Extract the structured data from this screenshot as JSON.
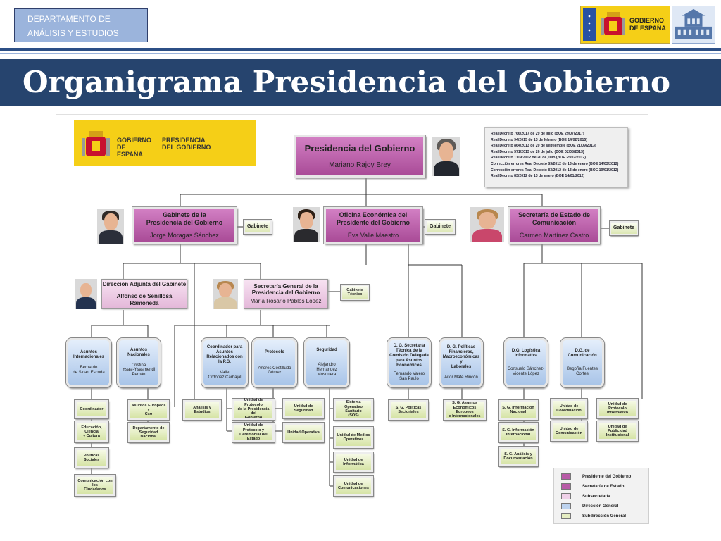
{
  "header": {
    "dept_line1": "DEPARTAMENTO DE",
    "dept_line2": "ANÁLISIS Y ESTUDIOS",
    "gobierno_line1": "GOBIERNO",
    "gobierno_line2": "DE ESPAÑA",
    "title": "Organigrama Presidencia del Gobierno"
  },
  "logo": {
    "gobierno_line1": "GOBIERNO",
    "gobierno_line2": "DE ESPAÑA",
    "presidencia_line1": "PRESIDENCIA",
    "presidencia_line2": "DEL GOBIERNO"
  },
  "colors": {
    "title_bar": "#26446e",
    "presidente": "#b85aa7",
    "secretaria_estado": "#b85aa7",
    "subsecretaria": "#efd0e8",
    "direccion_general": "#bcd2ee",
    "subdireccion_general": "#e5edc2"
  },
  "decrees": [
    "Real Decreto 766/2017 de 29 de julio (BOE 29/07/2017)",
    "Real Decreto 94/2015 de 13 de febrero (BOE 14/02/2015)",
    "Real Decreto 864/2013 de 20 de septiembre (BOE 21/09/2013)",
    "Real Decreto 571/2013 de 26 de julio (BOE 02/08/2013)",
    "Real Decreto 1119/2012 de 20 de julio (BOE 25/07/2012)",
    "Corrección errores Real Decreto 83/2012 de 13 de enero (BOE 14/03/2012)",
    "Corrección errores Real Decreto 83/2012 de 13 de enero (BOE 19/01/2012)",
    "Real Decreto 83/2012 de 13 de enero (BOE 14/01/2012)"
  ],
  "org": {
    "presidencia": {
      "name": "Presidencia del Gobierno",
      "person": "Mariano Rajoy Brey"
    },
    "gabinete": {
      "name_line1": "Gabinete de la",
      "name_line2": "Presidencia del Gobierno",
      "person": "Jorge Moragas Sánchez"
    },
    "oficina": {
      "name_line1": "Oficina Económica del",
      "name_line2": "Presidente del Gobierno",
      "person": "Eva Valle Maestro"
    },
    "secretaria_comunicacion": {
      "name_line1": "Secretaría de Estado de",
      "name_line2": "Comunicación",
      "person": "Carmen Martínez Castro"
    },
    "direccion_adjunta": {
      "name": "Dirección Adjunta del Gabinete",
      "person": "Alfonso de Senillosa Ramoneda"
    },
    "secretaria_general": {
      "name_line1": "Secretaría General de la",
      "name_line2": "Presidencia del Gobierno",
      "person": "María Rosario Pablos López"
    },
    "gabinete_label": "Gabinete",
    "gabinete_tecnico_line1": "Gabinete",
    "gabinete_tecnico_line2": "Técnico",
    "dg": [
      {
        "line1": "Asuntos",
        "line2": "Internacionales",
        "line3": "",
        "line4": "",
        "person1": "Bernardo",
        "person2": "de Sicart Escoda"
      },
      {
        "line1": "Asuntos",
        "line2": "Nacionales",
        "line3": "",
        "line4": "",
        "person1": "Cristina",
        "person2": "Ysasi-Ysasmendi",
        "person3": "Pemán"
      },
      {
        "line1": "Coordinador para",
        "line2": "Asuntos",
        "line3": "Relacionados con",
        "line4": "la P.G.",
        "person1": "Valle",
        "person2": "Ordóñez Carbajal"
      },
      {
        "line1": "Protocolo",
        "line2": "",
        "line3": "",
        "line4": "",
        "person1": "Andrés Costilludo",
        "person2": "Gómez"
      },
      {
        "line1": "Seguridad",
        "line2": "",
        "line3": "",
        "line4": "",
        "person1": "Alejandro",
        "person2": "Hernández",
        "person3": "Mosquera"
      },
      {
        "line1": "D. G. Secretaría",
        "line2": "Técnica de la",
        "line3": "Comisión Delegada",
        "line4": "para Asuntos",
        "line5": "Económicos",
        "person1": "Fernando Valero",
        "person2": "San Paulo"
      },
      {
        "line1": "D. G. Políticas",
        "line2": "Financieras,",
        "line3": "Macroeconómicas",
        "line4": "y",
        "line5": "Laborales",
        "person1": "Aitor Mate Rincón",
        "person2": ""
      },
      {
        "line1": "D.G. Logística",
        "line2": "Informativa",
        "line3": "",
        "line4": "",
        "person1": "Consuelo Sánchez-",
        "person2": "Vicente López"
      },
      {
        "line1": "D.G. de",
        "line2": "Comunicación",
        "line3": "",
        "line4": "",
        "person1": "Begoña Fuentes",
        "person2": "Cortes"
      }
    ],
    "sg": {
      "coordinador": "Coordinador",
      "educacion": [
        "Educación, Ciencia",
        "y Cultura"
      ],
      "politicas_sociales": "Políticas Sociales",
      "comunicacion_ciudadanos": [
        "Comunicación con los",
        "Ciudadanos"
      ],
      "asuntos_europeos": [
        "Asuntos Europeos y",
        "Cso"
      ],
      "departamento_seguridad": [
        "Departamento de",
        "Seguridad Nacional"
      ],
      "analisis_estudios": "Análisis y Estudios",
      "unidad_protocolo_pres": [
        "Unidad de Protocolo",
        "de la Presidencia del",
        "Gobierno"
      ],
      "unidad_protocolo_cer": [
        "Unidad de Protocolo y",
        "Ceremonial del Estado"
      ],
      "unidad_seguridad": "Unidad de Seguridad",
      "unidad_operativa": "Unidad Operativa",
      "sistema_sanitario": [
        "Sistema Operativo",
        "Sanitario",
        "(SOS)"
      ],
      "unidad_medios": [
        "Unidad de Medios",
        "Operativos"
      ],
      "unidad_informatica": "Unidad de Informática",
      "unidad_comunicaciones": [
        "Unidad de",
        "Comunicaciones"
      ],
      "sg_politicas_sectoriales": [
        "S. G. Políticas",
        "Sectoriales"
      ],
      "sg_asuntos_economicos": [
        "S. G. Asuntos",
        "Económicos Europeos",
        "e Internacionales"
      ],
      "sg_informacion_nacional": [
        "S. G. Información",
        "Nacional"
      ],
      "sg_informacion_internacional": [
        "S. G. Información",
        "Internacional"
      ],
      "sg_analisis": [
        "S. G. Análisis y",
        "Documentación"
      ],
      "unidad_coordinacion": [
        "Unidad de",
        "Coordinación"
      ],
      "unidad_comunicacion": [
        "Unidad de",
        "Comunicación"
      ],
      "unidad_protocolo_informativo": [
        "Unidad de Protocolo",
        "Informativo"
      ],
      "unidad_publicidad": [
        "Unidad de Publicidad",
        "Institucional"
      ]
    }
  },
  "legend": [
    {
      "label": "Presidente del Gobierno",
      "color": "#b85aa7"
    },
    {
      "label": "Secretaría de Estado",
      "color": "#b85aa7"
    },
    {
      "label": "Subsecretaría",
      "color": "#efd0e8"
    },
    {
      "label": "Dirección General",
      "color": "#bcd2ee"
    },
    {
      "label": "Subdirección General",
      "color": "#e5edc2"
    }
  ]
}
